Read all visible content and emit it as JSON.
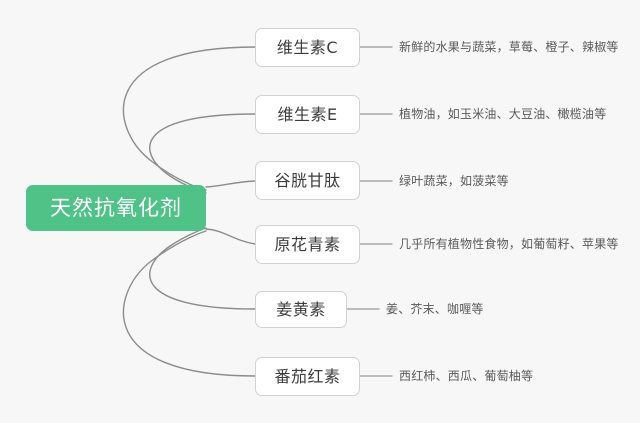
{
  "diagram": {
    "type": "mind-map",
    "background_color": "#f7f7f7",
    "root": {
      "label": "天然抗氧化剂",
      "fill_color": "#4ec287",
      "text_color": "#ffffff"
    },
    "edge_color": "#8c8c8c",
    "node_border_color": "#d2d2d2",
    "node_fill_color": "#ffffff",
    "node_text_color": "#3c3c3c",
    "description_text_color": "#5a5a5a",
    "branches": [
      {
        "label": "维生素C",
        "description": "新鲜的水果与蔬菜，草莓、橙子、辣椒等"
      },
      {
        "label": "维生素E",
        "description": "植物油，如玉米油、大豆油、橄榄油等"
      },
      {
        "label": "谷胱甘肽",
        "description": "绿叶蔬菜，如菠菜等"
      },
      {
        "label": "原花青素",
        "description": "几乎所有植物性食物，如葡萄籽、苹果等"
      },
      {
        "label": "姜黄素",
        "description": "姜、芥末、咖喱等"
      },
      {
        "label": "番茄红素",
        "description": "西红柿、西瓜、葡萄柚等"
      }
    ]
  }
}
